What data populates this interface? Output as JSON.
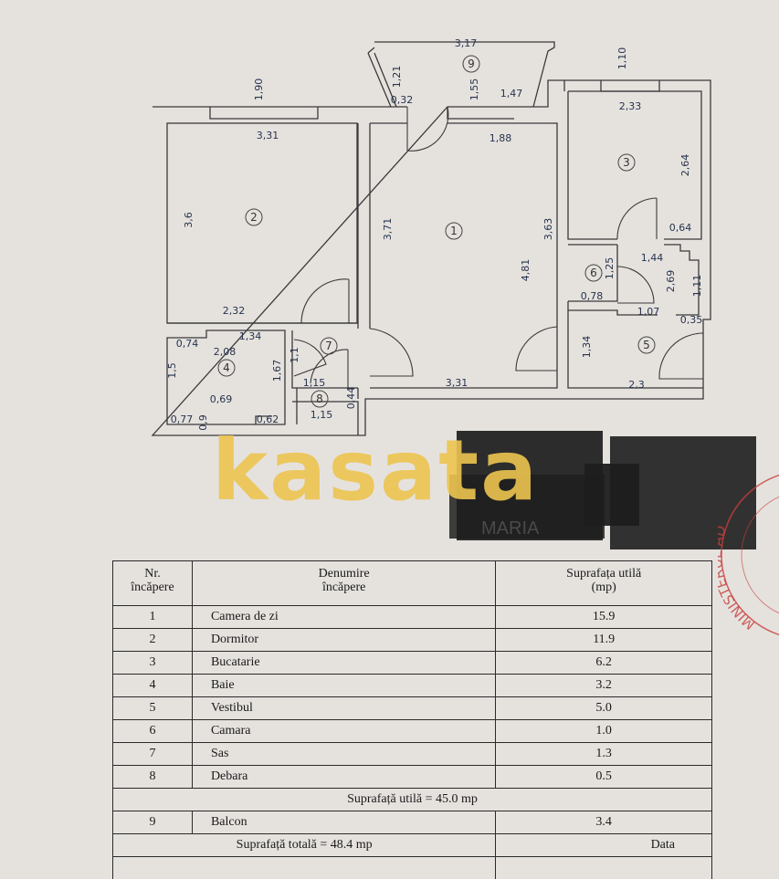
{
  "plan": {
    "room_numbers": [
      "9",
      "3",
      "2",
      "1",
      "6",
      "7",
      "5",
      "4",
      "8"
    ],
    "dimensions": [
      "3,17",
      "1,21",
      "1,90",
      "0,32",
      "1,55",
      "1,47",
      "1,10",
      "2,33",
      "3,31",
      "1,88",
      "2,64",
      "3,6",
      "3,71",
      "3,63",
      "0,64",
      "4,81",
      "1,44",
      "1,25",
      "2,69",
      "1,11",
      "0,78",
      "2,32",
      "1,07",
      "0,35",
      "1,34",
      "0,74",
      "2,08",
      "1,1",
      "1,34",
      "1,5",
      "1,67",
      "1,15",
      "3,31",
      "2,3",
      "0,44",
      "0,69",
      "0,77",
      "0,62",
      "1,15",
      "0,9"
    ]
  },
  "watermark": "kasata",
  "redacted_block": {
    "visible_text": "MARIA"
  },
  "stamp": {
    "text": "MINISTERUL AD",
    "color": "#c8403c"
  },
  "table": {
    "headers": {
      "nr_line1": "Nr.",
      "nr_line2": "încăpere",
      "name_line1": "Denumire",
      "name_line2": "încăpere",
      "area_line1": "Suprafața utilă",
      "area_line2": "(mp)"
    },
    "rows": [
      {
        "nr": "1",
        "name": "Camera de zi",
        "area": "15.9"
      },
      {
        "nr": "2",
        "name": "Dormitor",
        "area": "11.9"
      },
      {
        "nr": "3",
        "name": "Bucatarie",
        "area": "6.2"
      },
      {
        "nr": "4",
        "name": "Baie",
        "area": "3.2"
      },
      {
        "nr": "5",
        "name": "Vestibul",
        "area": "5.0"
      },
      {
        "nr": "6",
        "name": "Camara",
        "area": "1.0"
      },
      {
        "nr": "7",
        "name": "Sas",
        "area": "1.3"
      },
      {
        "nr": "8",
        "name": "Debara",
        "area": "0.5"
      }
    ],
    "subtotal": "Suprafață utilă = 45.0  mp",
    "balcony": {
      "nr": "9",
      "name": "Balcon",
      "area": "3.4"
    },
    "total": "Suprafață totală = 48.4 mp",
    "date_label": "Data"
  }
}
